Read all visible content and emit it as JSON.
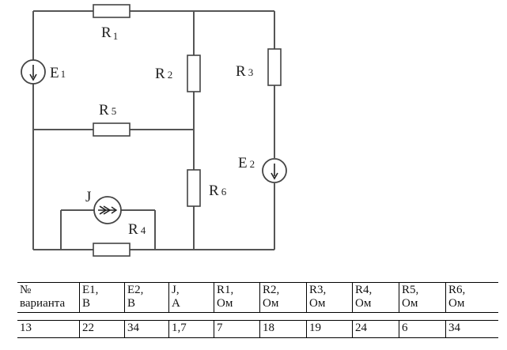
{
  "labels": {
    "R1": "R",
    "R1_sub": "1",
    "R2": "R",
    "R2_sub": "2",
    "R3": "R",
    "R3_sub": "3",
    "R4": "R",
    "R4_sub": "4",
    "R5": "R",
    "R5_sub": "5",
    "R6": "R",
    "R6_sub": "6",
    "E1": "E",
    "E1_sub": "1",
    "E2": "E",
    "E2_sub": "2",
    "J": "J"
  },
  "table": {
    "headers": [
      {
        "line1": "№",
        "line2": "варианта"
      },
      {
        "line1": "E1,",
        "line2": "B"
      },
      {
        "line1": "E2,",
        "line2": "B"
      },
      {
        "line1": "J,",
        "line2": "A"
      },
      {
        "line1": "R1,",
        "line2": "Ом"
      },
      {
        "line1": "R2,",
        "line2": "Ом"
      },
      {
        "line1": "R3,",
        "line2": "Ом"
      },
      {
        "line1": "R4,",
        "line2": "Ом"
      },
      {
        "line1": "R5,",
        "line2": "Ом"
      },
      {
        "line1": "R6,",
        "line2": "Ом"
      }
    ],
    "row": [
      "13",
      "22",
      "34",
      "1,7",
      "7",
      "18",
      "19",
      "24",
      "6",
      "34"
    ]
  }
}
